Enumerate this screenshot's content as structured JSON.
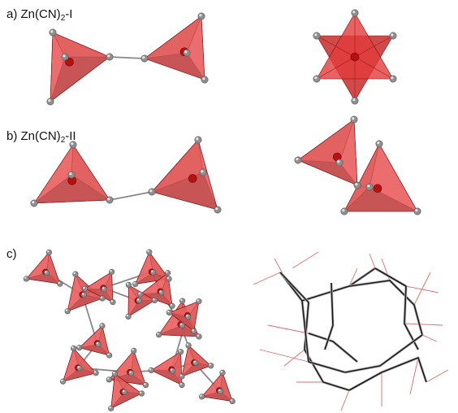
{
  "panels": {
    "a": {
      "letter": "a)",
      "formula_prefix": "Zn(CN)",
      "formula_sub": "2",
      "formula_suffix": "-I"
    },
    "b": {
      "letter": "b)",
      "formula_prefix": "Zn(CN)",
      "formula_sub": "2",
      "formula_suffix": "-II"
    },
    "c": {
      "letter": "c)"
    }
  },
  "colors": {
    "tetra_front": "#e23b3b",
    "tetra_side": "#c92a2a",
    "tetra_dark": "#8f1616",
    "tetra_light": "#f07a7a",
    "zinc_center": "#b80f0f",
    "atom_gray": "#8e8e8e",
    "bond_gray": "#888888",
    "net_black": "#1c1c1c",
    "net_red": "#e06a6a"
  }
}
